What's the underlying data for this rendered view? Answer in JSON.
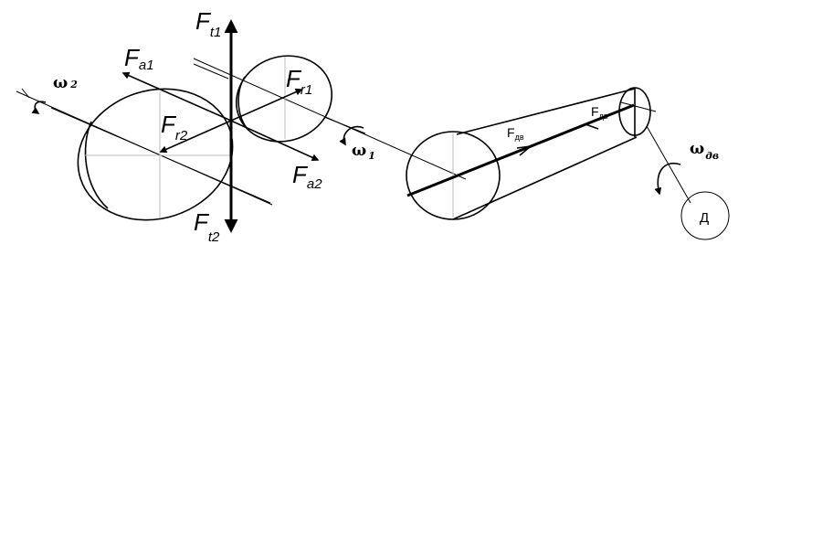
{
  "labels": {
    "ft1": {
      "main": "F",
      "sub": "t1"
    },
    "ft2": {
      "main": "F",
      "sub": "t2"
    },
    "fa1": {
      "main": "F",
      "sub": "a1"
    },
    "fa2": {
      "main": "F",
      "sub": "a2"
    },
    "fr1": {
      "main": "F",
      "sub": "r1"
    },
    "fr2": {
      "main": "F",
      "sub": "r2"
    },
    "omega1": {
      "main": "ω",
      "sub": "1"
    },
    "omega2": {
      "main": "ω",
      "sub": "2"
    },
    "omega_motor": {
      "main": "ω",
      "sub": "дв"
    },
    "f_belt_large": {
      "main": "F",
      "sub": "дв"
    },
    "f_belt_small": {
      "main": "F",
      "sub": "дв"
    },
    "motor": "Д"
  }
}
